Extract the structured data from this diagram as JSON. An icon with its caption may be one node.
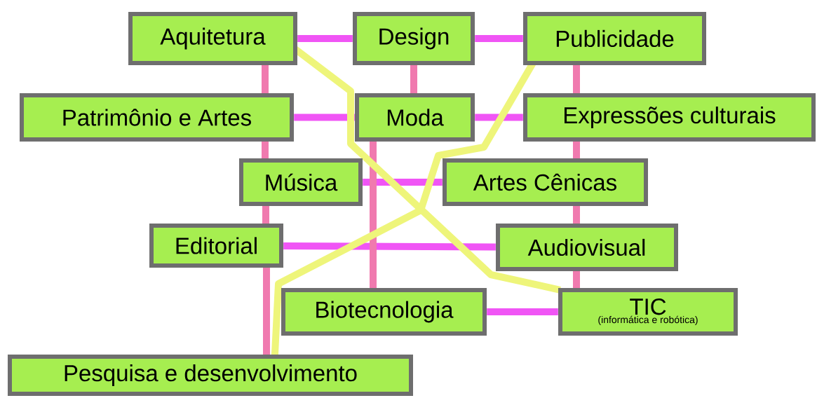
{
  "diagram": {
    "nodes": [
      {
        "text": [
          "Aquitetura"
        ]
      },
      {
        "text": [
          "Design"
        ]
      },
      {
        "text": [
          "Publicidade"
        ]
      },
      {
        "text": [
          "Patrimônio e Artes"
        ]
      },
      {
        "text": [
          "Moda"
        ]
      },
      {
        "text": [
          "Expressões culturais"
        ]
      },
      {
        "text": [
          "Música"
        ]
      },
      {
        "text": [
          "Artes Cênicas"
        ]
      },
      {
        "text": [
          "Editorial"
        ]
      },
      {
        "text": [
          "Audiovisual"
        ]
      },
      {
        "text": [
          "Biotecnologia"
        ]
      },
      {
        "text": [
          "TIC",
          "(informática e robótica)"
        ]
      },
      {
        "text": [
          "Pesquisa e desenvolvimento"
        ]
      }
    ],
    "edges": [
      {
        "from": 0,
        "to": 1,
        "arrow": "none",
        "color": "#f055f5"
      },
      {
        "from": 1,
        "to": 2,
        "arrow": "none",
        "color": "#f055f5"
      },
      {
        "from": 3,
        "to": 4,
        "arrow": "none",
        "color": "#f055f5"
      },
      {
        "from": 4,
        "to": 5,
        "arrow": "none",
        "color": "#f055f5"
      },
      {
        "from": 6,
        "to": 7,
        "arrow": "none",
        "color": "#f055f5"
      },
      {
        "from": 8,
        "to": 9,
        "arrow": "none",
        "color": "#f055f5"
      },
      {
        "from": 10,
        "to": 11,
        "arrow": "none",
        "color": "#f055f5"
      },
      {
        "from": 0,
        "to": 3,
        "arrow": "none"
      },
      {
        "from": 3,
        "to": 6,
        "arrow": "none"
      },
      {
        "from": 6,
        "to": 8,
        "arrow": "none"
      },
      {
        "from": 8,
        "to": 12,
        "arrow": "none"
      },
      {
        "from": 1,
        "to": 4,
        "arrow": "none"
      },
      {
        "from": 4,
        "to": 10,
        "arrow": "none"
      },
      {
        "from": 2,
        "to": 5,
        "arrow": "none"
      },
      {
        "from": 5,
        "to": 7,
        "arrow": "none"
      },
      {
        "from": 7,
        "to": 9,
        "arrow": "none"
      },
      {
        "from": 9,
        "to": 11,
        "arrow": "none"
      },
      {
        "from": 0,
        "to": 11,
        "arrow": "none",
        "color": "#eef57a"
      },
      {
        "from": 2,
        "to": 12,
        "arrow": "none",
        "color": "#eef57a"
      }
    ]
  }
}
